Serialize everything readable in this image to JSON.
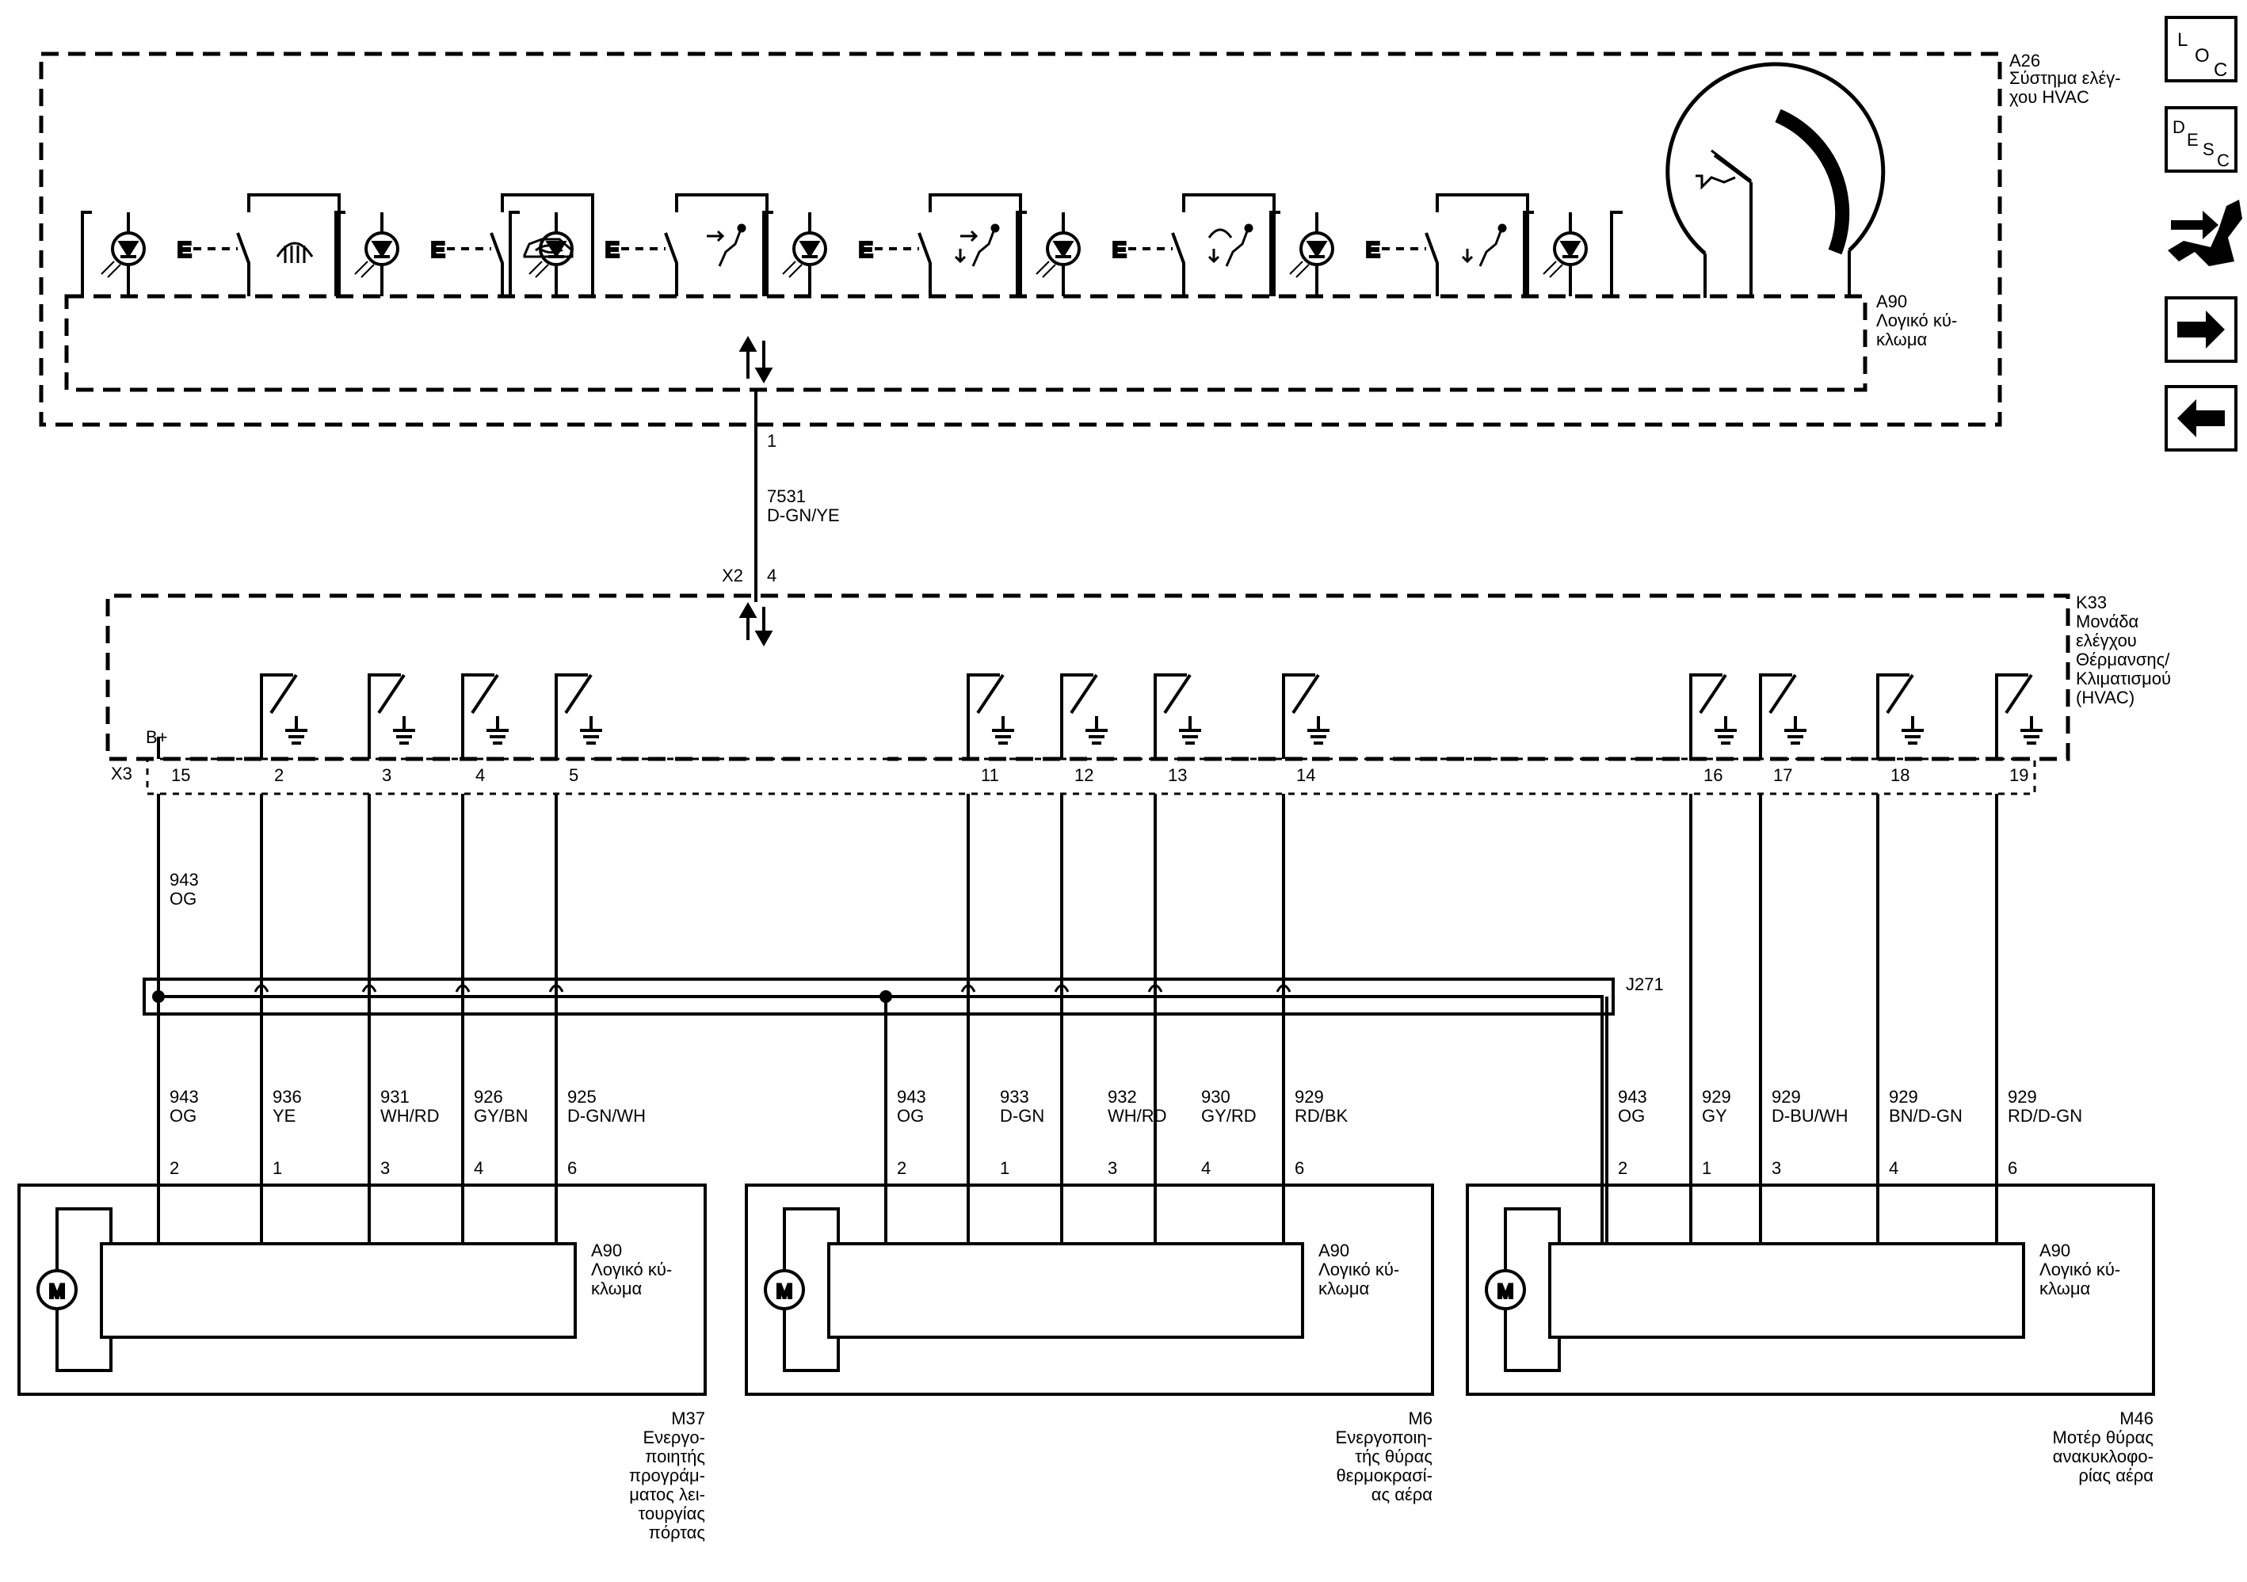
{
  "a26": {
    "id": "A26",
    "lines": [
      "Σύστημα ελέγ-",
      "χου HVAC"
    ]
  },
  "a90_top": {
    "id": "A90",
    "lines": [
      "Λογικό κύ-",
      "κλωμα"
    ]
  },
  "k33": {
    "id": "K33",
    "lines": [
      "Μονάδα",
      "ελέγχου",
      "Θέρμανσης/",
      "Κλιματισμού",
      "(HVAC)"
    ]
  },
  "link": {
    "pin_top": "1",
    "circuit": "7531",
    "color": "D-GN/YE",
    "connector": "X2",
    "pin_bottom": "4"
  },
  "x3": {
    "connector": "X3",
    "bplus": "B+"
  },
  "j271": "J271",
  "switch_e": "E",
  "k33_pins": [
    "15",
    "2",
    "3",
    "4",
    "5",
    "11",
    "12",
    "13",
    "14",
    "16",
    "17",
    "18",
    "19"
  ],
  "b_plus_wire": {
    "circuit": "943",
    "color": "OG"
  },
  "motors": [
    {
      "id": "M37",
      "a90": {
        "id": "A90",
        "lines": [
          "Λογικό κύ-",
          "κλωμα"
        ]
      },
      "motor_symbol": "M",
      "caption": [
        "Ενεργο-",
        "ποιητής",
        "προγράμ-",
        "ματος λει-",
        "τουργίας",
        "πόρτας"
      ],
      "wires": [
        {
          "circuit": "943",
          "color": "OG",
          "pin": "2"
        },
        {
          "circuit": "936",
          "color": "YE",
          "pin": "1"
        },
        {
          "circuit": "931",
          "color": "WH/RD",
          "pin": "3"
        },
        {
          "circuit": "926",
          "color": "GY/BN",
          "pin": "4"
        },
        {
          "circuit": "925",
          "color": "D-GN/WH",
          "pin": "6"
        }
      ]
    },
    {
      "id": "M6",
      "a90": {
        "id": "A90",
        "lines": [
          "Λογικό κύ-",
          "κλωμα"
        ]
      },
      "motor_symbol": "M",
      "caption": [
        "Ενεργοποιη-",
        "τής θύρας",
        "θερμοκρασί-",
        "ας αέρα"
      ],
      "wires": [
        {
          "circuit": "943",
          "color": "OG",
          "pin": "2"
        },
        {
          "circuit": "933",
          "color": "D-GN",
          "pin": "1"
        },
        {
          "circuit": "932",
          "color": "WH/RD",
          "pin": "3"
        },
        {
          "circuit": "930",
          "color": "GY/RD",
          "pin": "4"
        },
        {
          "circuit": "929",
          "color": "RD/BK",
          "pin": "6"
        }
      ]
    },
    {
      "id": "M46",
      "a90": {
        "id": "A90",
        "lines": [
          "Λογικό κύ-",
          "κλωμα"
        ]
      },
      "motor_symbol": "M",
      "caption": [
        "Μοτέρ θύρας",
        "ανακυκλοφο-",
        "ρίας αέρα"
      ],
      "wires": [
        {
          "circuit": "943",
          "color": "OG",
          "pin": "2"
        },
        {
          "circuit": "929",
          "color": "GY",
          "pin": "1"
        },
        {
          "circuit": "929",
          "color": "D-BU/WH",
          "pin": "3"
        },
        {
          "circuit": "929",
          "color": "BN/D-GN",
          "pin": "4"
        },
        {
          "circuit": "929",
          "color": "RD/D-GN",
          "pin": "6"
        }
      ]
    }
  ],
  "nav": {
    "loc": [
      "L",
      "O",
      "C"
    ],
    "desc": [
      "D",
      "E",
      "S",
      "C"
    ],
    "icons": [
      "connector-diagram-icon",
      "arrow-right-icon",
      "arrow-left-icon"
    ]
  }
}
